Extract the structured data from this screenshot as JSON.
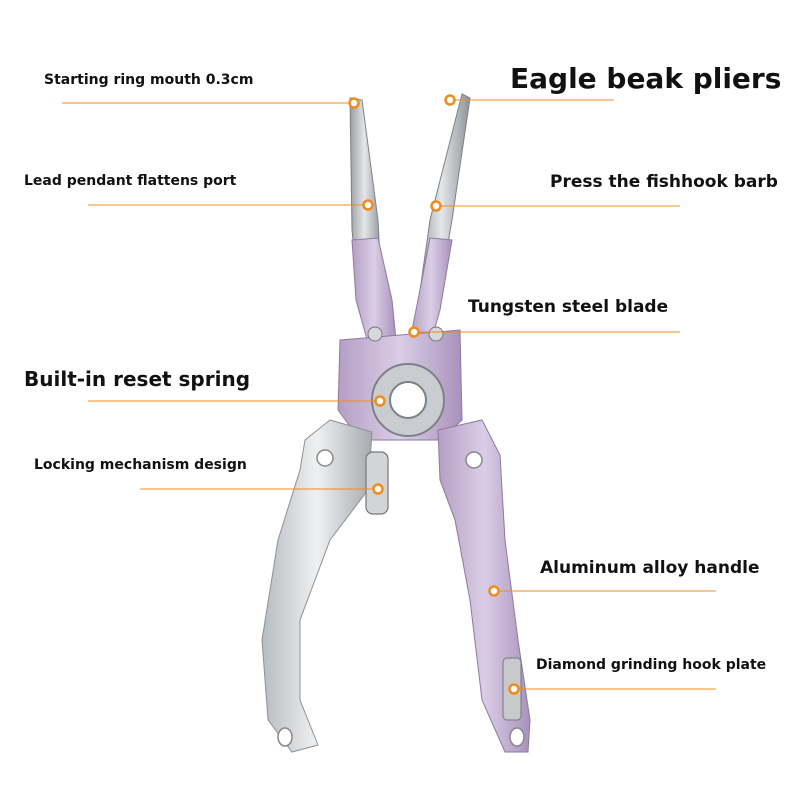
{
  "title": "Eagle beak pliers",
  "accent_color": "#f08c1e",
  "callouts": [
    {
      "id": "ring-mouth",
      "text": "Starting ring mouth 0.3cm"
    },
    {
      "id": "lead-flatten",
      "text": "Lead pendant flattens port"
    },
    {
      "id": "reset-spring",
      "text": "Built-in reset spring"
    },
    {
      "id": "locking",
      "text": "Locking mechanism design"
    },
    {
      "id": "barb",
      "text": "Press the fishhook barb"
    },
    {
      "id": "blade",
      "text": "Tungsten steel blade"
    },
    {
      "id": "handle",
      "text": "Aluminum alloy handle"
    },
    {
      "id": "diamond",
      "text": "Diamond grinding hook plate"
    }
  ]
}
